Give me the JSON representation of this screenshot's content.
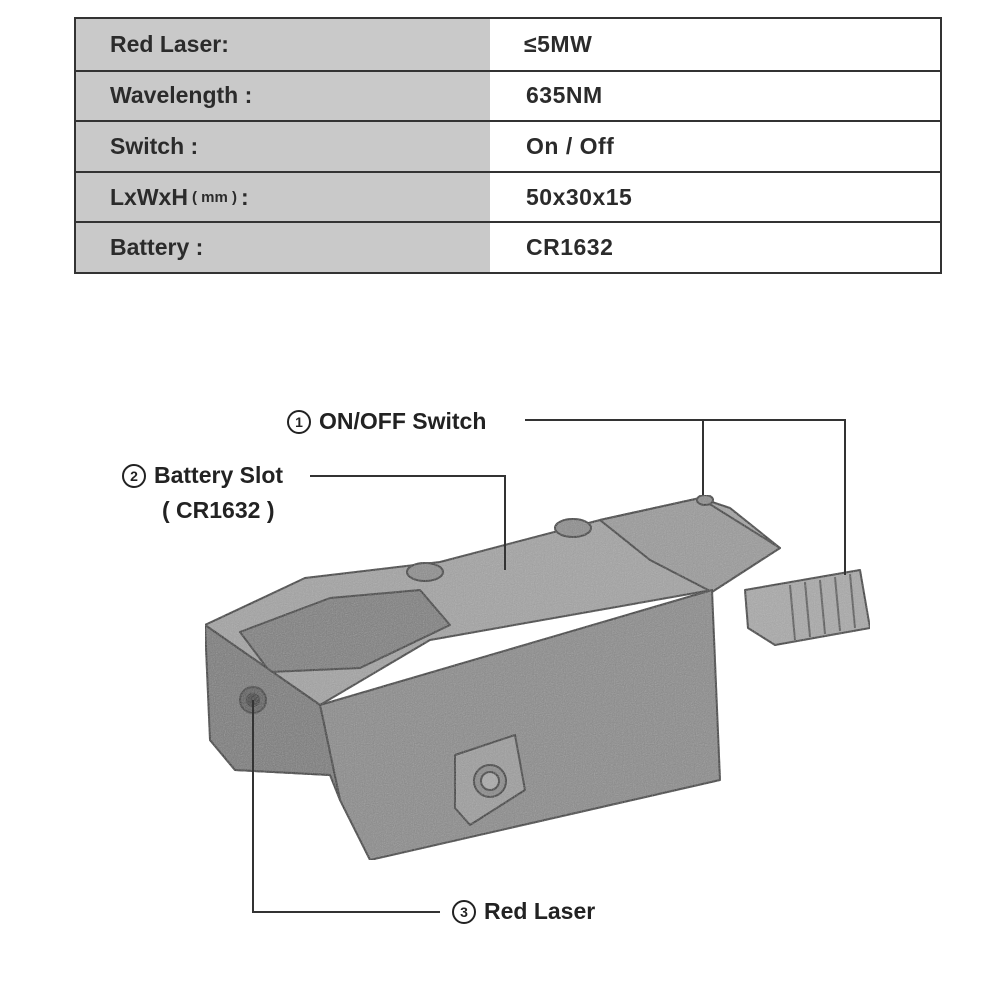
{
  "spec_table": {
    "rows": [
      {
        "label": "Red Laser:",
        "value": "≤5MW"
      },
      {
        "label": "Wavelength :",
        "value": "635NM"
      },
      {
        "label": "Switch :",
        "value": "On / Off"
      },
      {
        "label_main": "LxWxH",
        "label_unit": "( mm )",
        "label_tail": ":",
        "value": "50x30x15"
      },
      {
        "label": "Battery :",
        "value": "CR1632"
      }
    ]
  },
  "callouts": {
    "switch": {
      "number": "1",
      "label": "ON/OFF Switch"
    },
    "battery": {
      "number": "2",
      "label": "Battery Slot",
      "sublabel": "( CR1632 )"
    },
    "laser": {
      "number": "3",
      "label": "Red Laser"
    }
  }
}
